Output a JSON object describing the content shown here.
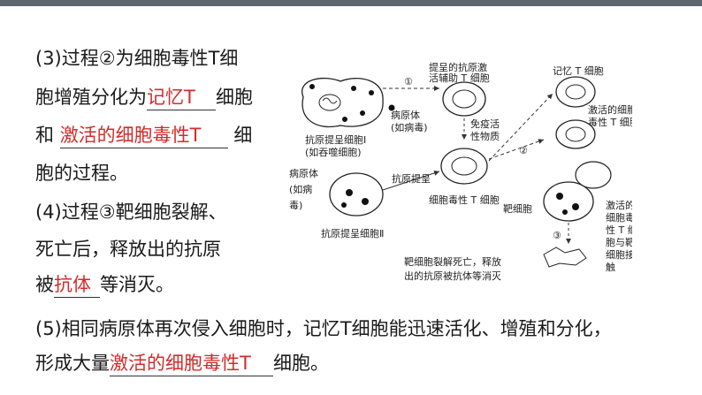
{
  "header_color": "#5d6770",
  "answer_color": "#d32b2b",
  "q3": {
    "line1": "(3)过程②为细胞毒性T细",
    "line2_pre": "胞增殖分化为",
    "line2_ans": "记忆T",
    "line2_post": "细胞",
    "line3_pre": "和",
    "line3_ans": "激活的细胞毒性T",
    "line3_post": "细",
    "line4": "胞的过程。"
  },
  "q4": {
    "line1": "(4)过程③靶细胞裂解、",
    "line2": "死亡后，释放出的抗原",
    "line3_pre": "被",
    "line3_ans": "抗体",
    "line3_post": "等消灭。"
  },
  "q5": {
    "line1": "(5)相同病原体再次侵入细胞时，记忆T细胞能迅速活化、增殖和分化，",
    "line2_pre": "形成大量",
    "line2_ans": "激活的细胞毒性T",
    "line2_post": "细胞。"
  },
  "diagram": {
    "top_label_1": "提呈的抗原激",
    "top_label_2": "活辅助 T 细胞",
    "step1": "①",
    "step2": "②",
    "step3": "③",
    "pathogen_1": "病原体",
    "pathogen_2": "(如病毒)",
    "apc1_1": "抗原提呈细胞Ⅰ",
    "apc1_2": "(如吞噬细胞)",
    "immune_1": "免疫活",
    "immune_2": "性物质",
    "memory": "记忆 T 细胞",
    "activated_1": "激活的细胞",
    "activated_2": "毒性 T 细胞",
    "pathogen_left_1": "病原体",
    "pathogen_left_2": "(如病",
    "pathogen_left_3": "毒)",
    "present": "抗原提呈",
    "apc2": "抗原提呈细胞Ⅱ",
    "ctc": "细胞毒性 T 细胞",
    "target": "靶细胞",
    "contact_1": "激活的",
    "contact_2": "细胞毒",
    "contact_3": "性 T 细",
    "contact_4": "胞与靶",
    "contact_5": "细胞接",
    "contact_6": "触",
    "lysis_1": "靶细胞裂解死亡，释放",
    "lysis_2": "出的抗原被抗体等消灭"
  }
}
